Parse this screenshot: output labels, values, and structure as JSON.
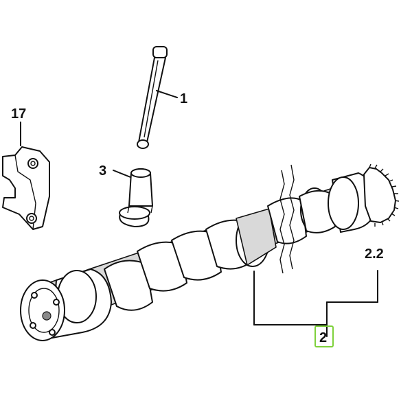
{
  "diagram": {
    "callouts": {
      "c1": "1",
      "c3": "3",
      "c17": "17",
      "c22": "2.2",
      "c2": "2"
    },
    "highlight_color": "#7ed13b"
  }
}
